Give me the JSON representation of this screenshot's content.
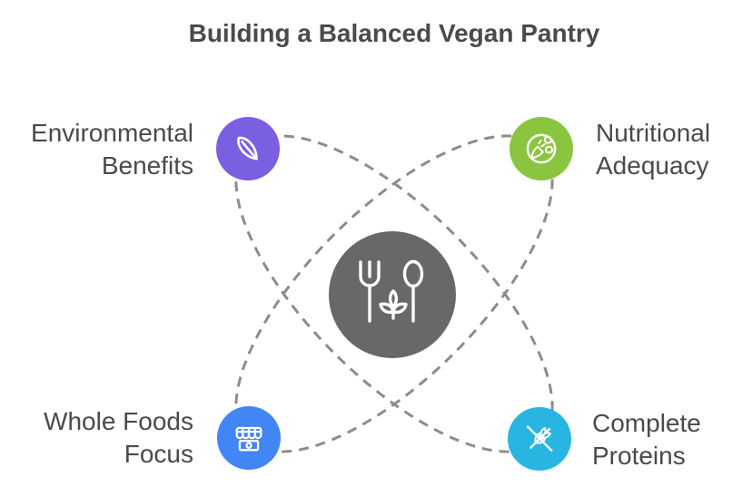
{
  "title": "Building a Balanced Vegan Pantry",
  "connector_color": "#8c8c8c",
  "center": {
    "icon": "fork-spoon-sprout-icon",
    "color": "#686868"
  },
  "nodes": [
    {
      "id": "environmental-benefits",
      "lines": [
        "Environmental",
        "Benefits"
      ],
      "color": "#7b5fe1",
      "icon": "leaf-icon"
    },
    {
      "id": "nutritional-adequacy",
      "lines": [
        "Nutritional",
        "Adequacy"
      ],
      "color": "#8bc540",
      "icon": "vegetables-icon"
    },
    {
      "id": "whole-foods-focus",
      "lines": [
        "Whole Foods",
        "Focus"
      ],
      "color": "#4285f4",
      "icon": "market-stall-icon"
    },
    {
      "id": "complete-proteins",
      "lines": [
        "Complete",
        "Proteins"
      ],
      "color": "#29b5e2",
      "icon": "wheat-crossed-icon"
    }
  ]
}
